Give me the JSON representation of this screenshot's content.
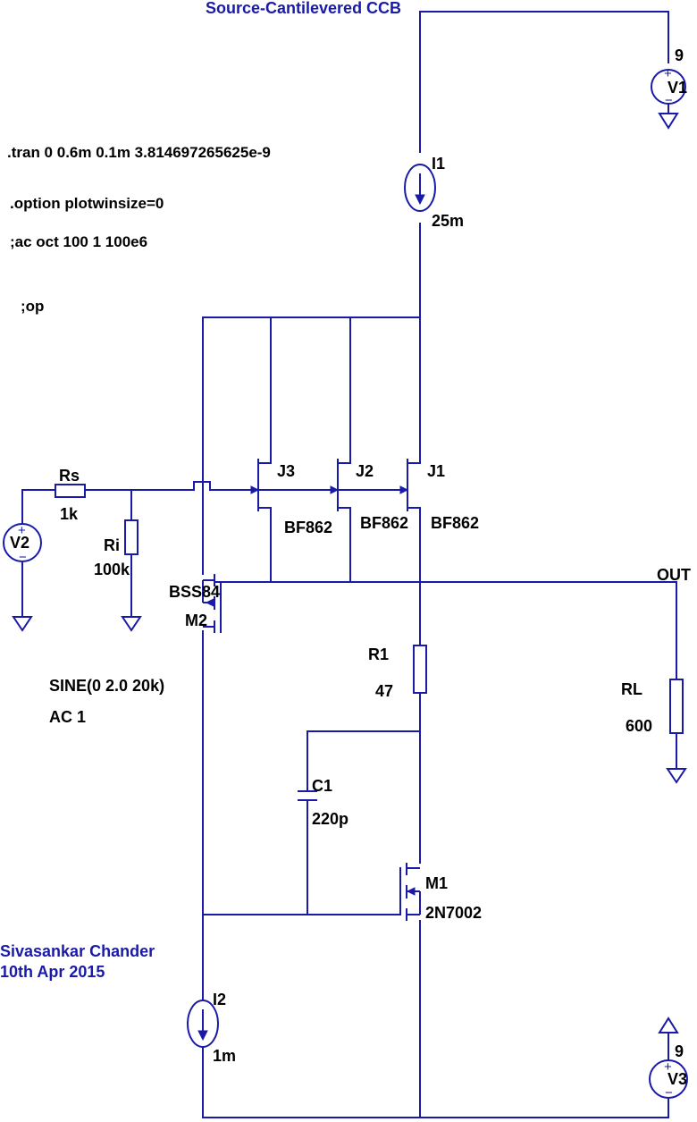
{
  "title": "Source-Cantilevered CCB",
  "author": "Sivasankar Chander",
  "date": "10th Apr 2015",
  "colors": {
    "wire": "#1a1aa8",
    "text": "#000000",
    "note": "#1a1aa8",
    "background": "#ffffff"
  },
  "directives": [
    ".tran 0 0.6m 0.1m 3.814697265625e-9",
    ".option plotwinsize=0",
    ";ac oct 100 1 100e6",
    ";op"
  ],
  "components": {
    "V1": {
      "name": "V1",
      "value": "9"
    },
    "V2": {
      "name": "V2",
      "value": "SINE(0 2.0 20k)",
      "ac": "AC 1"
    },
    "V3": {
      "name": "V3",
      "value": "9"
    },
    "I1": {
      "name": "I1",
      "value": "25m"
    },
    "I2": {
      "name": "I2",
      "value": "1m"
    },
    "Rs": {
      "name": "Rs",
      "value": "1k"
    },
    "Ri": {
      "name": "Ri",
      "value": "100k"
    },
    "R1": {
      "name": "R1",
      "value": "47"
    },
    "RL": {
      "name": "RL",
      "value": "600"
    },
    "C1": {
      "name": "C1",
      "value": "220p"
    },
    "J1": {
      "name": "J1",
      "model": "BF862"
    },
    "J2": {
      "name": "J2",
      "model": "BF862"
    },
    "J3": {
      "name": "J3",
      "model": "BF862"
    },
    "M1": {
      "name": "M1",
      "model": "2N7002"
    },
    "M2": {
      "name": "M2",
      "model": "BSS84"
    }
  },
  "nets": {
    "out": "OUT"
  }
}
